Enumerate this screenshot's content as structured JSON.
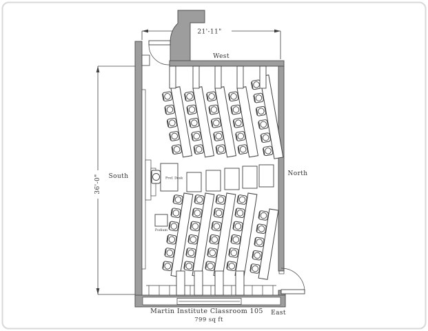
{
  "plan": {
    "title": "Martin Institute Classroom 105",
    "area": "799 sq ft",
    "dim_width": "21'-11\"",
    "dim_height": "36'-0\"",
    "compass": {
      "west": "West",
      "north": "North",
      "south": "South",
      "east": "East"
    },
    "labels": {
      "prof_desk": "Prof. Desk",
      "podium": "Podium"
    },
    "seating": {
      "top_columns": [
        5,
        5,
        5,
        5,
        6
      ],
      "bottom_columns": [
        6,
        6,
        6,
        6,
        5
      ]
    },
    "colors": {
      "wall_fill": "#9d9d9d",
      "wall_stroke": "#4b4b4b",
      "line": "#3f3f3f",
      "text": "#2f2f2f",
      "frame_border": "#d8d8d8",
      "background": "#ffffff"
    }
  }
}
